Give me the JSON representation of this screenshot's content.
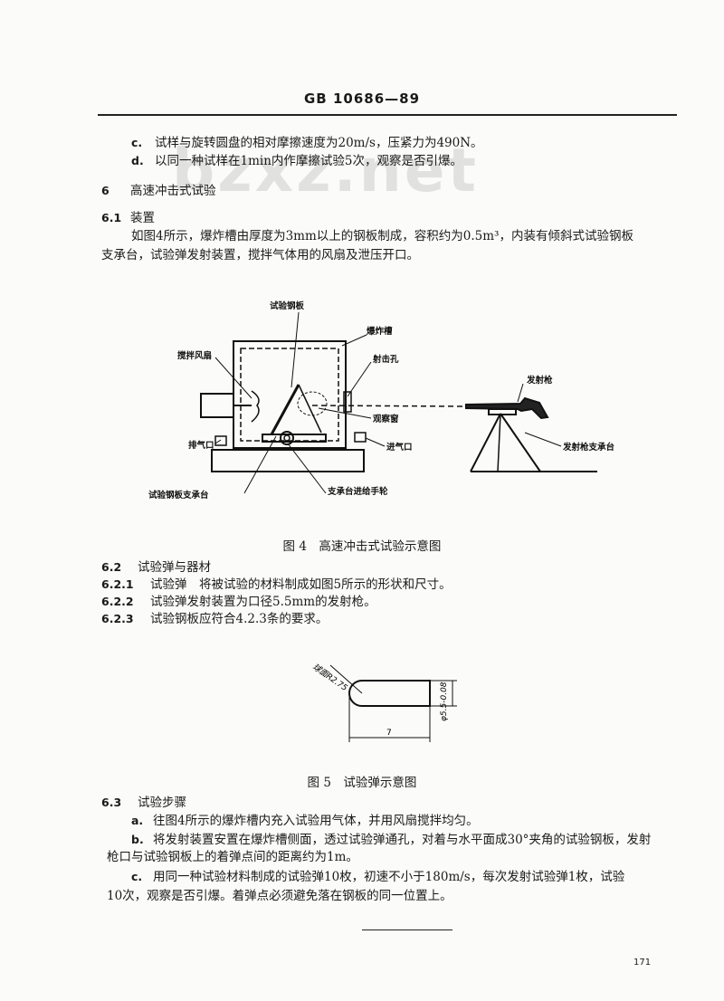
{
  "header": "GB 10686—89",
  "watermark": "bzxz.net",
  "items_c": {
    "marker": "c.",
    "text": "试样与旋转圆盘的相对摩擦速度为20m/s，压紧力为490N。"
  },
  "items_d": {
    "marker": "d.",
    "text": "以同一种试样在1min内作摩擦试验5次，观察是否引爆。"
  },
  "sec6": {
    "num": "6",
    "title": "高速冲击式试验"
  },
  "sec61": {
    "num": "6.1",
    "title": "装置"
  },
  "para61": [
    "如图4所示，爆炸槽由厚度为3mm以上的钢板制成，容积约为0.5m³，内装有倾斜式试验钢板",
    "支承台，试验弹发射装置，搅拌气体用的风扇及泄压开口。"
  ],
  "fig4": {
    "labels": {
      "steel_plate": "试验钢板",
      "chamber": "爆炸槽",
      "fan": "搅拌风扇",
      "hole": "射击孔",
      "gun": "发射枪",
      "window": "观察窗",
      "exhaust": "排气口",
      "intake": "进气口",
      "gun_stand": "发射枪支承台",
      "plate_stand": "试验钢板支承台",
      "feed_wheel": "支承台进给手轮"
    },
    "caption": "图 4　高速冲击式试验示意图"
  },
  "sec62": {
    "num": "6.2",
    "title": "试验弹与器材"
  },
  "sec621": {
    "num": "6.2.1",
    "text": "试验弹　将被试验的材料制成如图5所示的形状和尺寸。"
  },
  "sec622": {
    "num": "6.2.2",
    "text": "试验弹发射装置为口径5.5mm的发射枪。"
  },
  "sec623": {
    "num": "6.2.3",
    "text": "试验钢板应符合4.2.3条的要求。"
  },
  "fig5": {
    "radius_label": "球面R2.75",
    "diameter_label": "φ5.5-0.08",
    "length_label": "7",
    "caption": "图 5　试验弹示意图"
  },
  "sec63": {
    "num": "6.3",
    "title": "试验步骤"
  },
  "step_a": {
    "marker": "a.",
    "text": "往图4所示的爆炸槽内充入试验用气体，并用风扇搅拌均匀。"
  },
  "step_b": {
    "marker": "b.",
    "lines": [
      "将发射装置安置在爆炸槽侧面，透过试验弹通孔，对着与水平面成30°夹角的试验钢板，发射",
      "枪口与试验钢板上的着弹点间的距离约为1m。"
    ]
  },
  "step_c": {
    "marker": "c.",
    "lines": [
      "用同一种试验材料制成的试验弹10枚，初速不小于180m/s，每次发射试验弹1枚，试验",
      "10次，观察是否引爆。着弹点必须避免落在钢板的同一位置上。"
    ]
  },
  "page_number": "171"
}
